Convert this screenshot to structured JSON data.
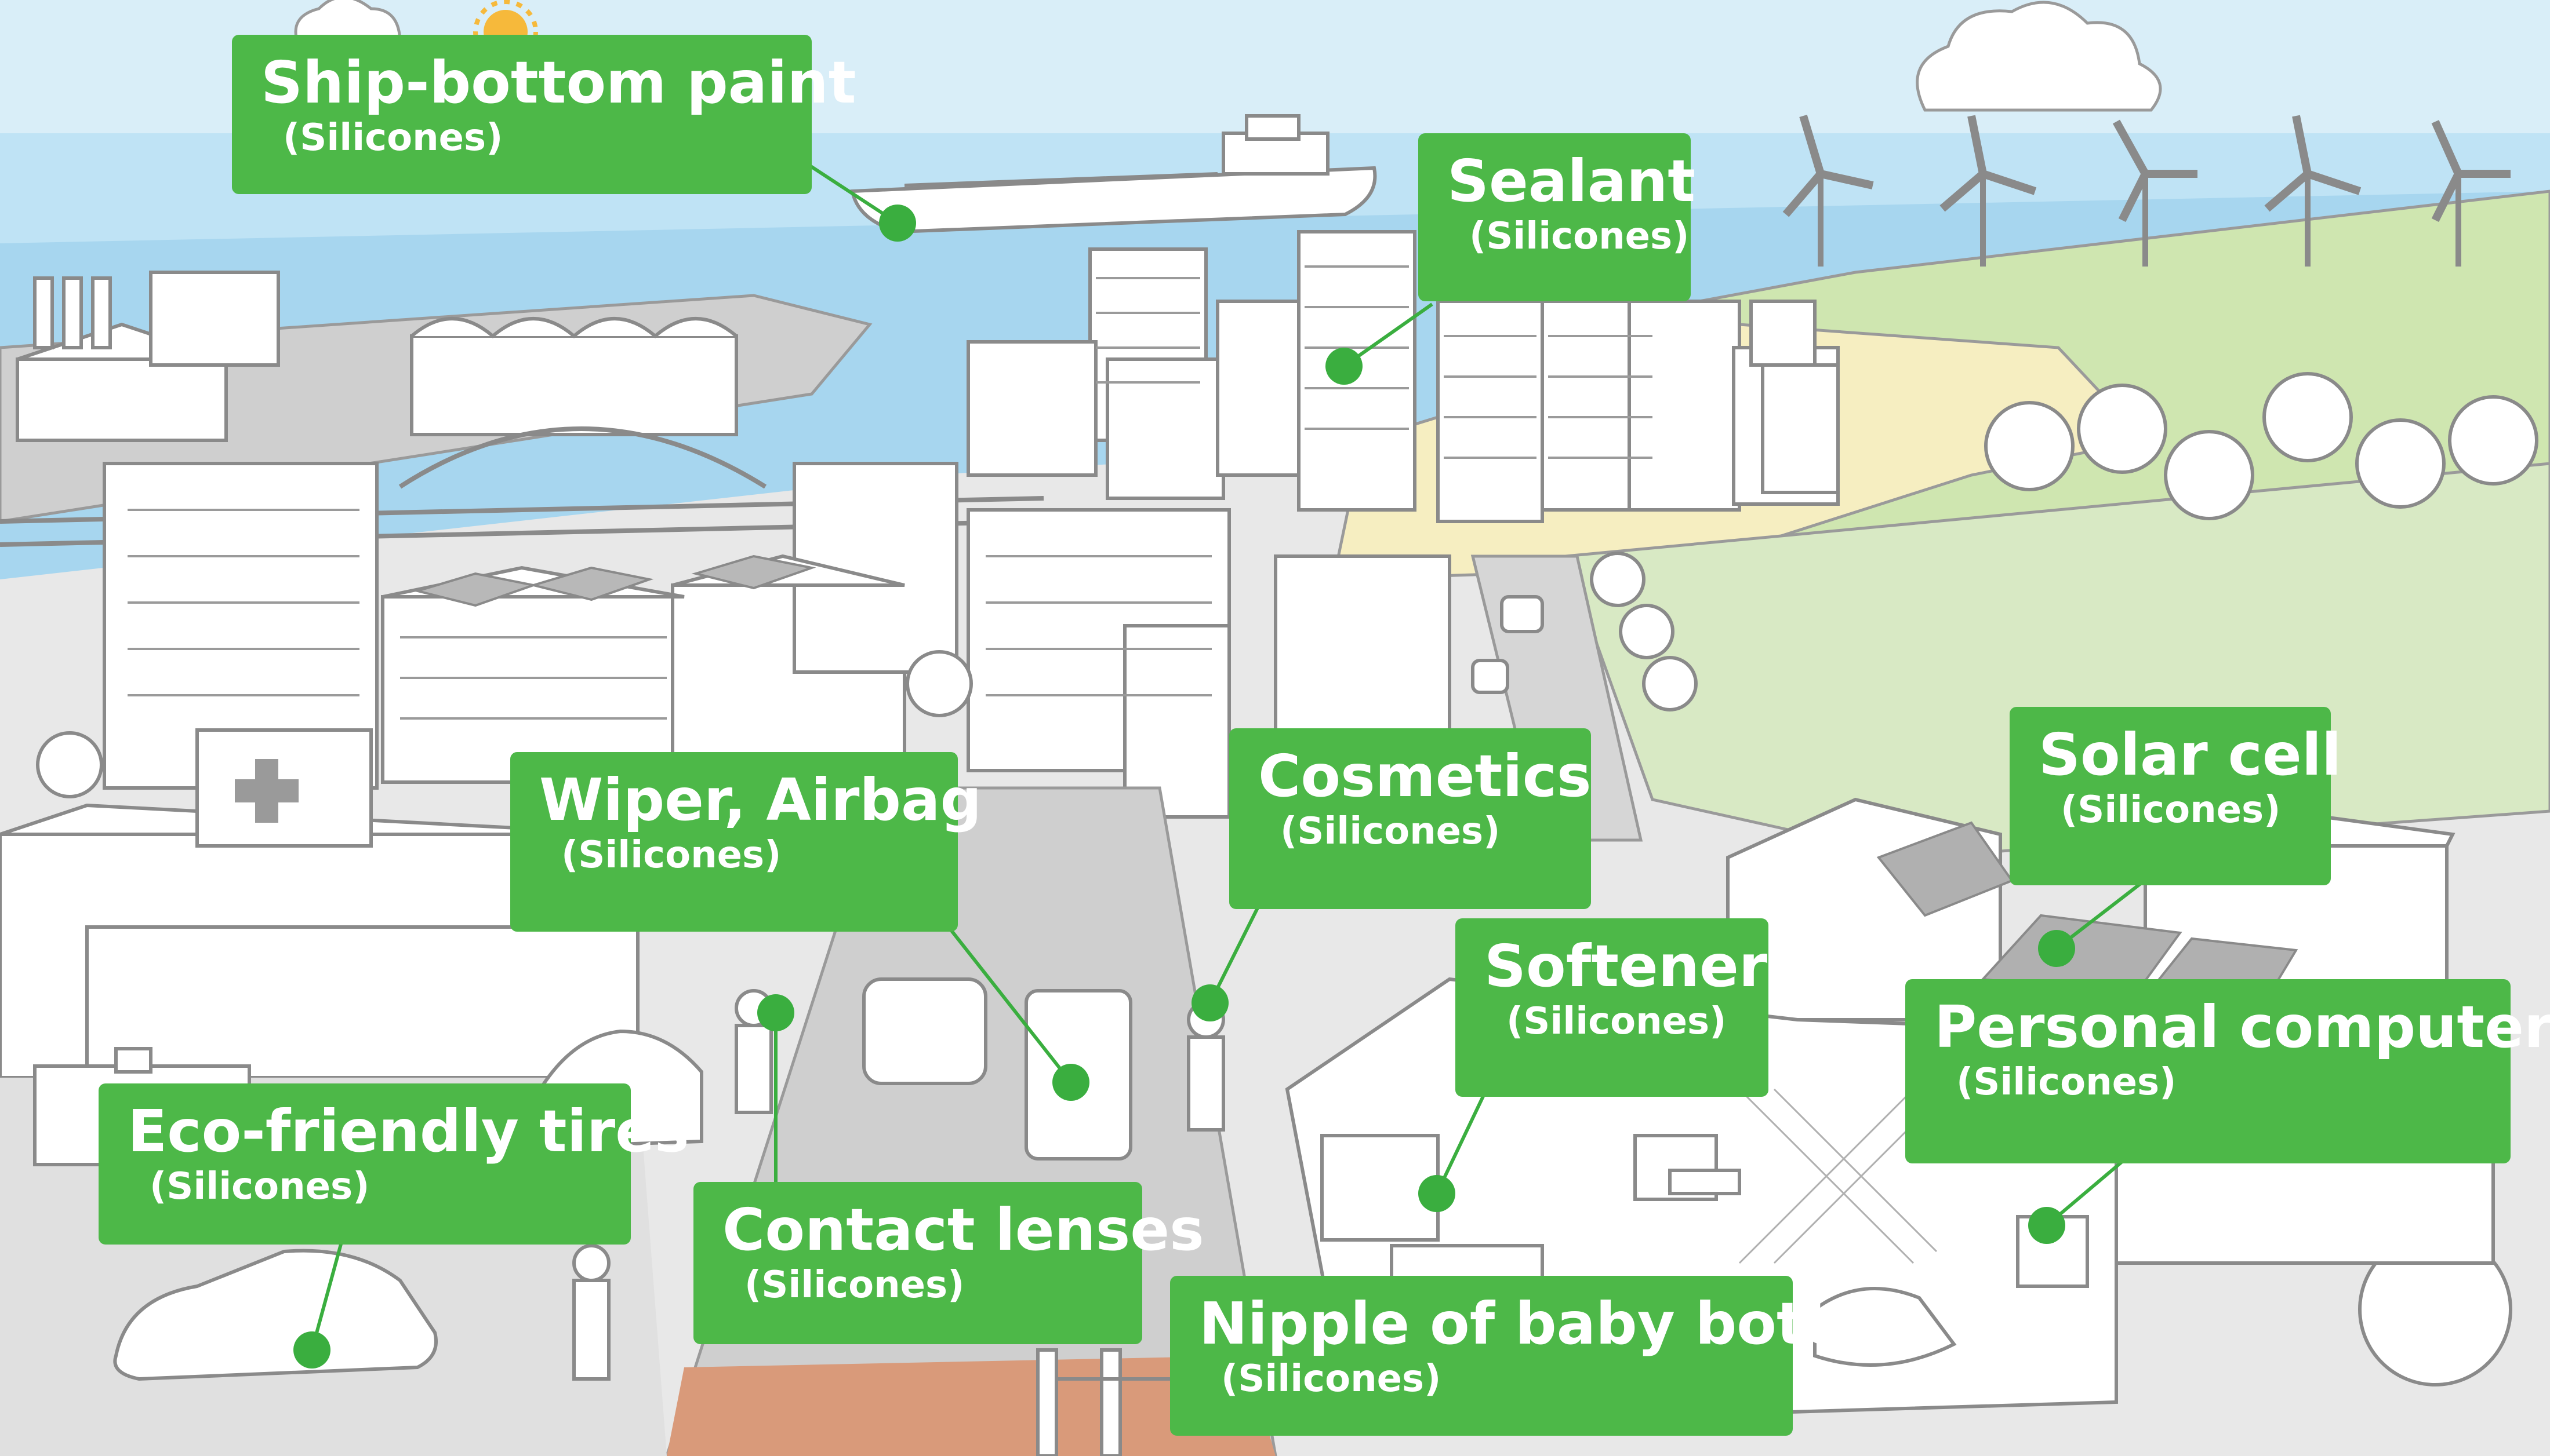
{
  "colors": {
    "label_green": "#4db848",
    "dot_green": "#3aae3f",
    "sky": "#bfe3f5",
    "water": "#a7d6ef",
    "ground": "#f6eec1",
    "grass": "#cfe6b0",
    "building": "#ffffff",
    "outline": "#9a9a9a",
    "road": "#c9c9c9"
  },
  "labels": [
    {
      "id": "ship-bottom-paint",
      "title": "Ship-bottom paint",
      "sub": "(Silicones)"
    },
    {
      "id": "sealant",
      "title": "Sealant",
      "sub": "(Silicones)"
    },
    {
      "id": "wiper-airbag",
      "title": "Wiper, Airbag",
      "sub": "(Silicones)"
    },
    {
      "id": "cosmetics",
      "title": "Cosmetics",
      "sub": "(Silicones)"
    },
    {
      "id": "solar-cell",
      "title": "Solar cell",
      "sub": "(Silicones)"
    },
    {
      "id": "softener",
      "title": "Softener",
      "sub": "(Silicones)"
    },
    {
      "id": "personal-computer",
      "title": "Personal computer",
      "sub": "(Silicones)"
    },
    {
      "id": "eco-friendly-tires",
      "title": "Eco-friendly tires",
      "sub": "(Silicones)"
    },
    {
      "id": "contact-lenses",
      "title": "Contact lenses",
      "sub": "(Silicones)"
    },
    {
      "id": "nipple-baby-bottle",
      "title": "Nipple of baby bottle",
      "sub": "(Silicones)"
    }
  ]
}
